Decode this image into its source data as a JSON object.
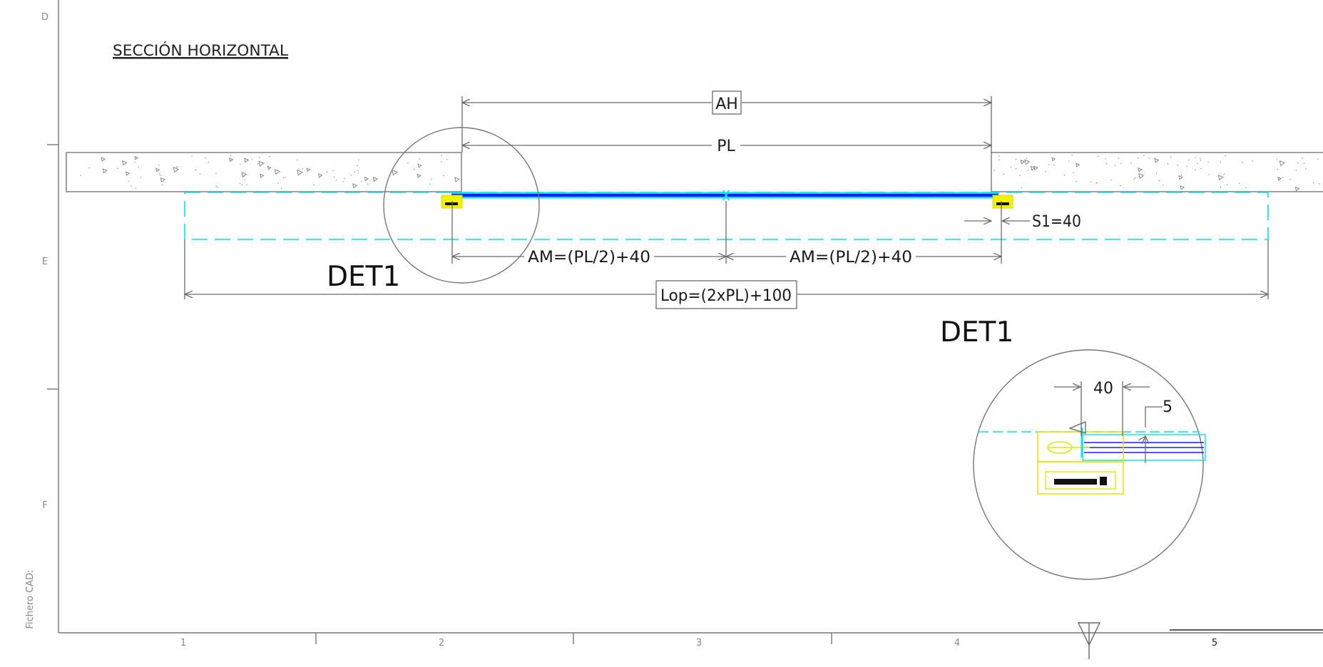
{
  "drawing": {
    "title": "SECCIÓN HORIZONTAL",
    "frame": {
      "row_labels": [
        "D",
        "E",
        "F"
      ],
      "column_labels": [
        "1",
        "2",
        "3",
        "4",
        "5"
      ],
      "file_label": "Fichero CAD:"
    },
    "dimensions": {
      "ah": "AH",
      "pl": "PL",
      "am_left": "AM=(PL/2)+40",
      "am_right": "AM=(PL/2)+40",
      "s1": "S1=40",
      "lop": "Lop=(2xPL)+100"
    },
    "detail_callout": "DET1",
    "detail": {
      "title": "DET1",
      "dim_40": "40",
      "dim_5": "5"
    },
    "colors": {
      "line": "#6b6b6b",
      "concrete_edge": "#7a7a7a",
      "guide": "#00e5f0",
      "panel": "#1a1aff",
      "bracket": "#f2f200",
      "text": "#1a1a1a"
    }
  }
}
